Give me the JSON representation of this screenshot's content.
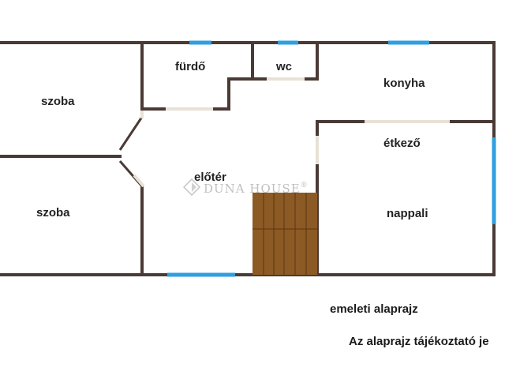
{
  "rooms": {
    "szoba_top": "szoba",
    "furdo": "fürdő",
    "wc": "wc",
    "konyha": "konyha",
    "szoba_bottom": "szoba",
    "eloter": "előtér",
    "etkezo": "étkező",
    "nappali": "nappali"
  },
  "captions": {
    "plan_title": "emeleti alaprajz",
    "disclaimer": "Az alaprajz tájékoztató je"
  },
  "watermark": {
    "text": "DUNA HOUSE",
    "registered": "®"
  },
  "colors": {
    "wall": "#4a3a36",
    "window": "#2f9fe0",
    "stair_wood": "#8c5a24",
    "stair_line": "#5a3612"
  }
}
